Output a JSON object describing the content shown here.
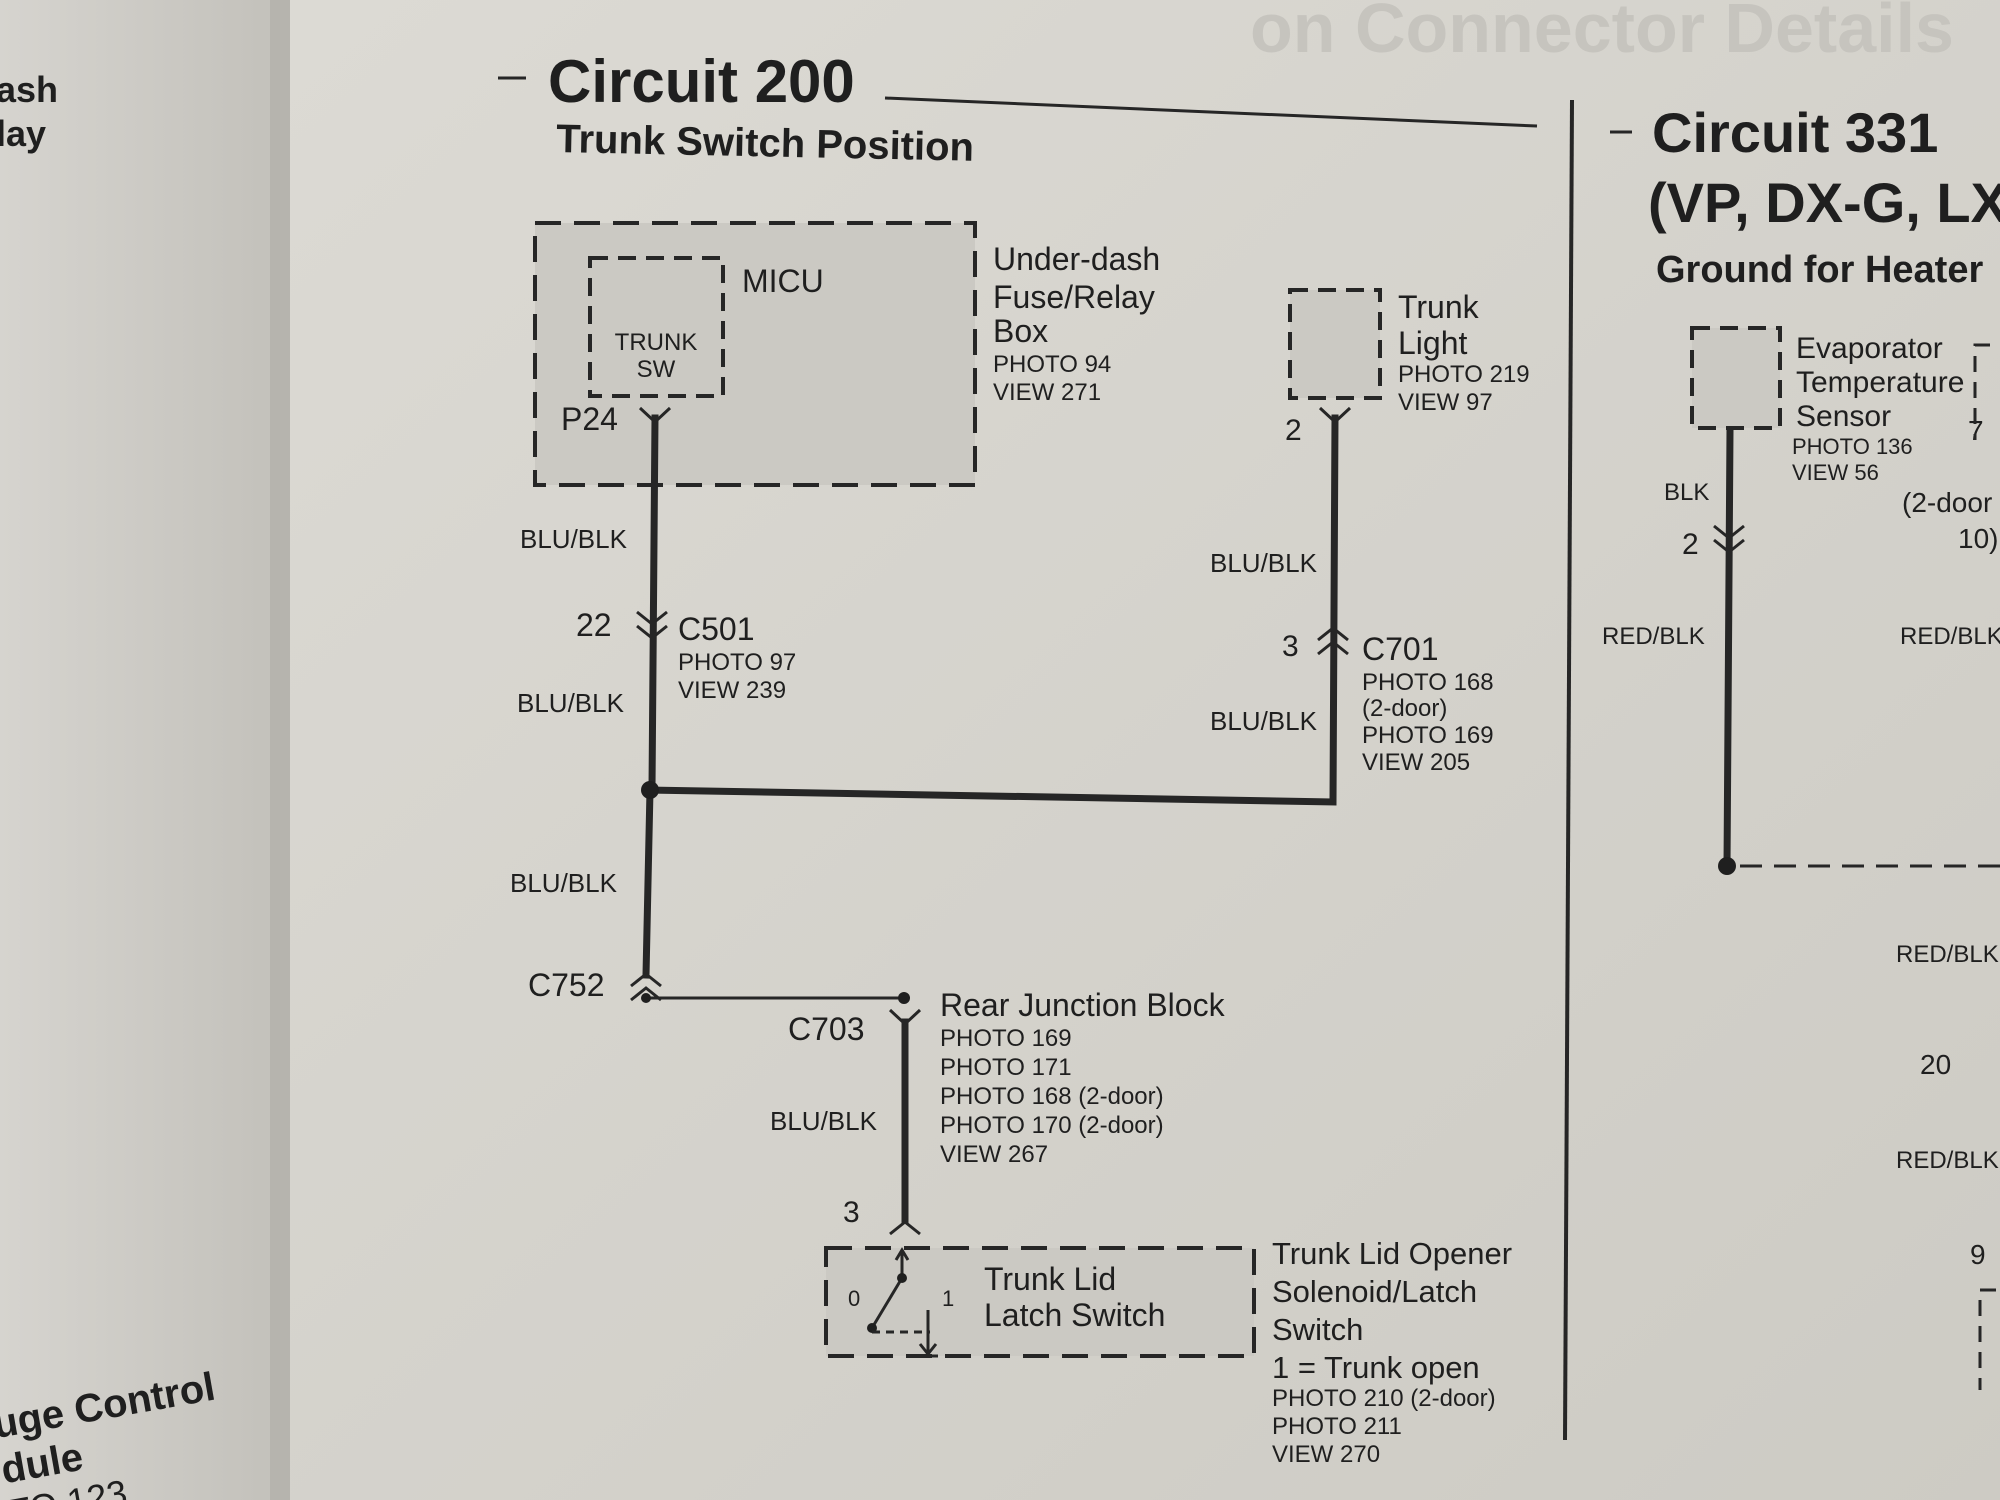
{
  "left_page": {
    "lines": [
      "ash",
      "lay"
    ],
    "bottom_lines": [
      "uge Control",
      "dule",
      "TO 123"
    ]
  },
  "circuit200": {
    "title": "Circuit 200",
    "subtitle": "Trunk Switch Position",
    "under_dash_box": {
      "lines": [
        "Under-dash",
        "Fuse/Relay",
        "Box"
      ],
      "refs": [
        "PHOTO 94",
        "VIEW 271"
      ]
    },
    "micu_label": "MICU",
    "trunk_sw": [
      "TRUNK",
      "SW"
    ],
    "pin_p24": "P24",
    "trunk_light": {
      "lines": [
        "Trunk",
        "Light"
      ],
      "refs": [
        "PHOTO 219",
        "VIEW 97"
      ],
      "pin": "2"
    },
    "wire_colors": {
      "w1": "BLU/BLK",
      "w2": "BLU/BLK",
      "w3": "BLU/BLK",
      "w4": "BLU/BLK",
      "w5": "BLU/BLK",
      "w6": "BLU/BLK"
    },
    "c501": {
      "pin": "22",
      "name": "C501",
      "refs": [
        "PHOTO 97",
        "VIEW 239"
      ]
    },
    "c701": {
      "pin": "3",
      "name": "C701",
      "refs": [
        "PHOTO 168",
        "(2-door)",
        "PHOTO 169",
        "VIEW 205"
      ]
    },
    "c752": {
      "name": "C752"
    },
    "c703": {
      "name": "C703"
    },
    "rear_junction": {
      "title": "Rear Junction Block",
      "refs": [
        "PHOTO 169",
        "PHOTO 171",
        "PHOTO 168 (2-door)",
        "PHOTO 170 (2-door)",
        "VIEW 267"
      ]
    },
    "latch_pin": "3",
    "latch_switch": {
      "lines": [
        "Trunk Lid",
        "Latch Switch"
      ],
      "pos0": "0",
      "pos1": "1"
    },
    "opener": {
      "lines": [
        "Trunk Lid Opener",
        "Solenoid/Latch",
        "Switch",
        "1 = Trunk open"
      ],
      "refs": [
        "PHOTO 210 (2-door)",
        "PHOTO 211",
        "VIEW 270"
      ]
    }
  },
  "circuit331": {
    "title": "Circuit 331",
    "subtitle": "(VP, DX-G, LX",
    "subtitle2": "Ground for Heater",
    "evaporator": {
      "lines": [
        "Evaporator",
        "Temperature",
        "Sensor"
      ],
      "refs": [
        "PHOTO 136",
        "VIEW 56"
      ]
    },
    "pin_2": "2",
    "wire_blk": "BLK",
    "wire_redblk_left": "RED/BLK",
    "right_labels": [
      "RED/BLK",
      "RED/BLK",
      "RED/BLK"
    ],
    "right_numbers": [
      "7",
      "(2-door",
      "10)",
      "20",
      "9"
    ]
  },
  "background_heading": "on Connector Details"
}
